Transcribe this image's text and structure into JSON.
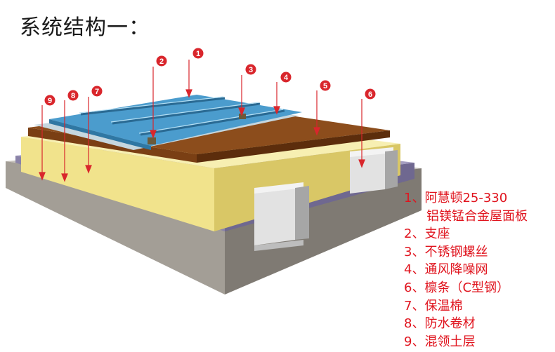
{
  "title": "系统结构一：",
  "callouts": [
    "1",
    "2",
    "3",
    "4",
    "5",
    "6",
    "7",
    "8",
    "9"
  ],
  "legend": [
    {
      "line": "1、阿慧顿25-330",
      "cont": "铝镁锰合金屋面板"
    },
    {
      "line": "2、支座"
    },
    {
      "line": "3、不锈钢螺丝"
    },
    {
      "line": "4、通风降噪网"
    },
    {
      "line": "6、檩条（C型钢）"
    },
    {
      "line": "7、保温棉"
    },
    {
      "line": "8、防水卷材"
    },
    {
      "line": "9、混领土层"
    }
  ],
  "colors": {
    "legend_text": "#e0141e",
    "callout": "#d9262c",
    "roof_panel": "#4a9acb",
    "plywood": "#8a4a1a",
    "insulation": "#f3e9a0",
    "membrane": "#9d95b8",
    "concrete": "#a8a29a",
    "purlin": "#d6d6d6"
  }
}
